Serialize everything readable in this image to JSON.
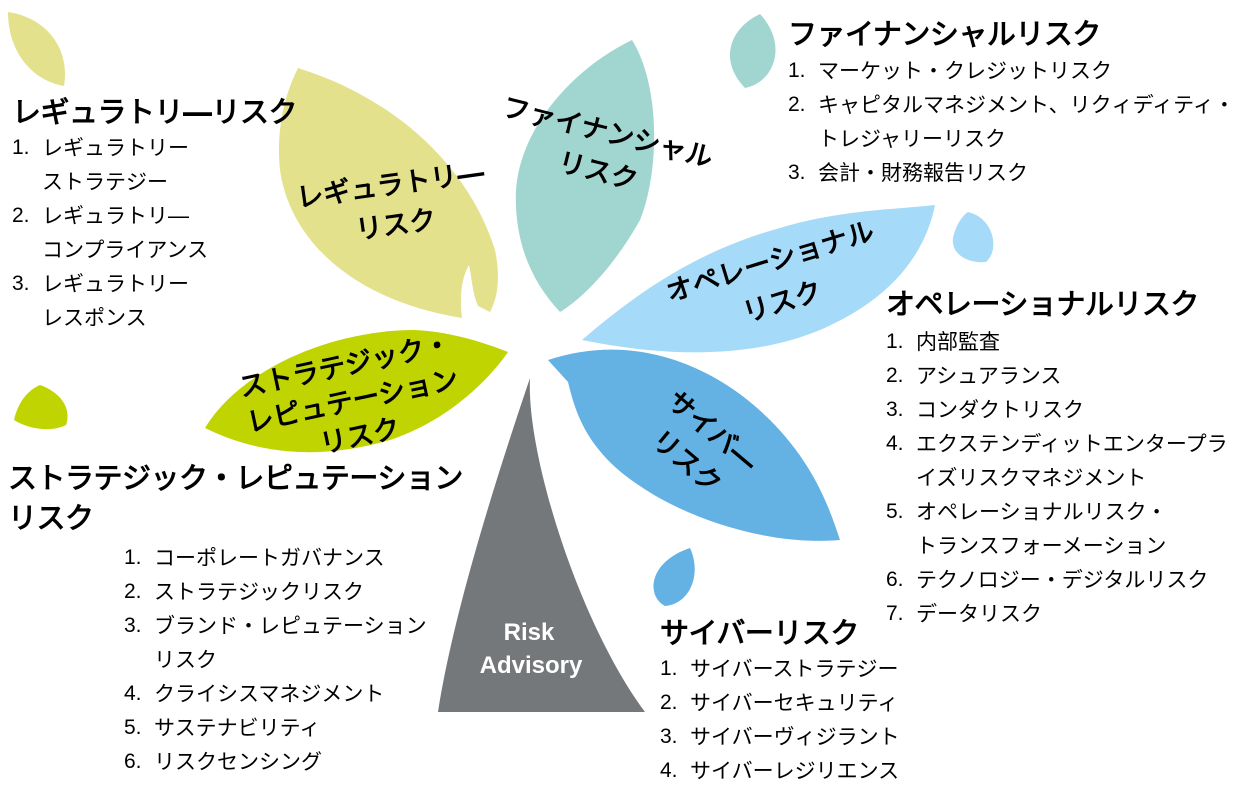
{
  "hub": {
    "line1": "Risk",
    "line2": "Advisory"
  },
  "petals": {
    "regulatory": {
      "line1": "レギュラトリ―",
      "line2": "リスク",
      "color": "#e3e18b"
    },
    "financial": {
      "line1": "ファイナンシャル",
      "line2": "リスク",
      "color": "#a0d6cf"
    },
    "operational": {
      "line1": "オペレーショナル",
      "line2": "リスク",
      "color": "#a5daf8"
    },
    "cyber": {
      "line1": "サイバ―",
      "line2": "リスク",
      "color": "#64b1e3"
    },
    "strategic": {
      "line1": "ストラテジック・",
      "line2": "レピュテーション",
      "line3": "リスク",
      "color": "#bfd400"
    },
    "hub_color": "#75787b"
  },
  "sections": {
    "regulatory": {
      "title": "レギュラトリ―リスク",
      "items": [
        {
          "n": "1.",
          "text": "レギュラトリー\nストラテジー"
        },
        {
          "n": "2.",
          "text": "レギュラトリ―\nコンプライアンス"
        },
        {
          "n": "3.",
          "text": "レギュラトリー\nレスポンス"
        }
      ]
    },
    "financial": {
      "title": "ファイナンシャルリスク",
      "items": [
        {
          "n": "1.",
          "text": "マーケット・クレジットリスク"
        },
        {
          "n": "2.",
          "text": "キャピタルマネジメント、リクィディティ・\nトレジャリーリスク"
        },
        {
          "n": "3.",
          "text": "会計・財務報告リスク"
        }
      ]
    },
    "operational": {
      "title": "オペレーショナルリスク",
      "items": [
        {
          "n": "1.",
          "text": "内部監査"
        },
        {
          "n": "2.",
          "text": "アシュアランス"
        },
        {
          "n": "3.",
          "text": "コンダクトリスク"
        },
        {
          "n": "4.",
          "text": "エクステンディットエンタープラ\nイズリスクマネジメント"
        },
        {
          "n": "5.",
          "text": "オペレーショナルリスク・\nトランスフォーメーション"
        },
        {
          "n": "6.",
          "text": "テクノロジー・デジタルリスク"
        },
        {
          "n": "7.",
          "text": "データリスク"
        }
      ]
    },
    "cyber": {
      "title": "サイバーリスク",
      "items": [
        {
          "n": "1.",
          "text": "サイバーストラテジー"
        },
        {
          "n": "2.",
          "text": "サイバーセキュリティ"
        },
        {
          "n": "3.",
          "text": "サイバーヴィジラント"
        },
        {
          "n": "4.",
          "text": "サイバーレジリエンス"
        }
      ]
    },
    "strategic": {
      "title_line1": "ストラテジック・レピュテーション",
      "title_line2": "リスク",
      "items": [
        {
          "n": "1.",
          "text": "コーポレートガバナンス"
        },
        {
          "n": "2.",
          "text": "ストラテジックリスク"
        },
        {
          "n": "3.",
          "text": "ブランド・レピュテーション\nリスク"
        },
        {
          "n": "4.",
          "text": "クライシスマネジメント"
        },
        {
          "n": "5.",
          "text": "サステナビリティ"
        },
        {
          "n": "6.",
          "text": "リスクセンシング"
        }
      ]
    }
  }
}
